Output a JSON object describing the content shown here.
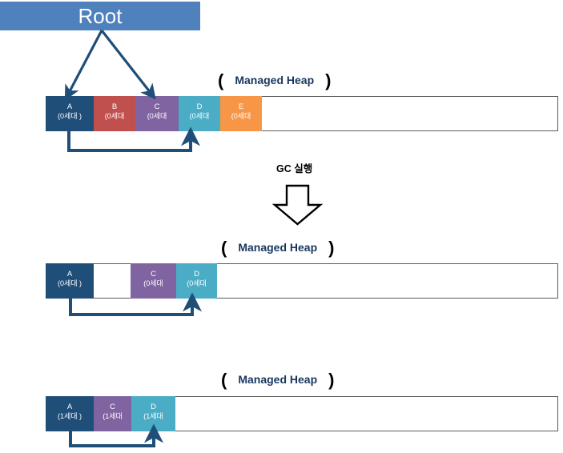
{
  "diagram": {
    "root": {
      "label": "Root"
    },
    "gc_step": {
      "label": "GC 실행",
      "arrow_icon": "down-block-arrow-icon"
    },
    "heap_caption": {
      "open_paren": "(",
      "text": "Managed Heap",
      "close_paren": ")"
    },
    "colors": {
      "root_bar": "#4F81BD",
      "block_a": "#1F4E79",
      "block_b": "#C0504D",
      "block_c": "#8064A2",
      "block_d": "#4BACC6",
      "block_e": "#F79646",
      "connector": "#1F4E79",
      "caption_text": "#17375E",
      "heap_border": "#5A5A5A"
    },
    "stages": [
      {
        "id": "before-gc",
        "caption": "Managed Heap",
        "blocks": [
          {
            "name": "A",
            "gen": "(0세대 )",
            "color": "#1F4E79"
          },
          {
            "name": "B",
            "gen": "(0세대",
            "color": "#C0504D"
          },
          {
            "name": "C",
            "gen": "(0세대",
            "color": "#8064A2"
          },
          {
            "name": "D",
            "gen": "(0세대",
            "color": "#4BACC6"
          },
          {
            "name": "E",
            "gen": "(0세대",
            "color": "#F79646"
          }
        ]
      },
      {
        "id": "after-sweep",
        "caption": "Managed Heap",
        "blocks": [
          {
            "name": "A",
            "gen": "(0세대 )",
            "color": "#1F4E79"
          },
          {
            "name": "",
            "gen": "",
            "color": "#FFFFFF"
          },
          {
            "name": "C",
            "gen": "(0세대",
            "color": "#8064A2"
          },
          {
            "name": "D",
            "gen": "(0세대",
            "color": "#4BACC6"
          }
        ]
      },
      {
        "id": "after-compact",
        "caption": "Managed Heap",
        "blocks": [
          {
            "name": "A",
            "gen": "(1세대 )",
            "color": "#1F4E79"
          },
          {
            "name": "C",
            "gen": "(1세대",
            "color": "#8064A2"
          },
          {
            "name": "D",
            "gen": "(1세대",
            "color": "#4BACC6"
          }
        ]
      }
    ]
  }
}
